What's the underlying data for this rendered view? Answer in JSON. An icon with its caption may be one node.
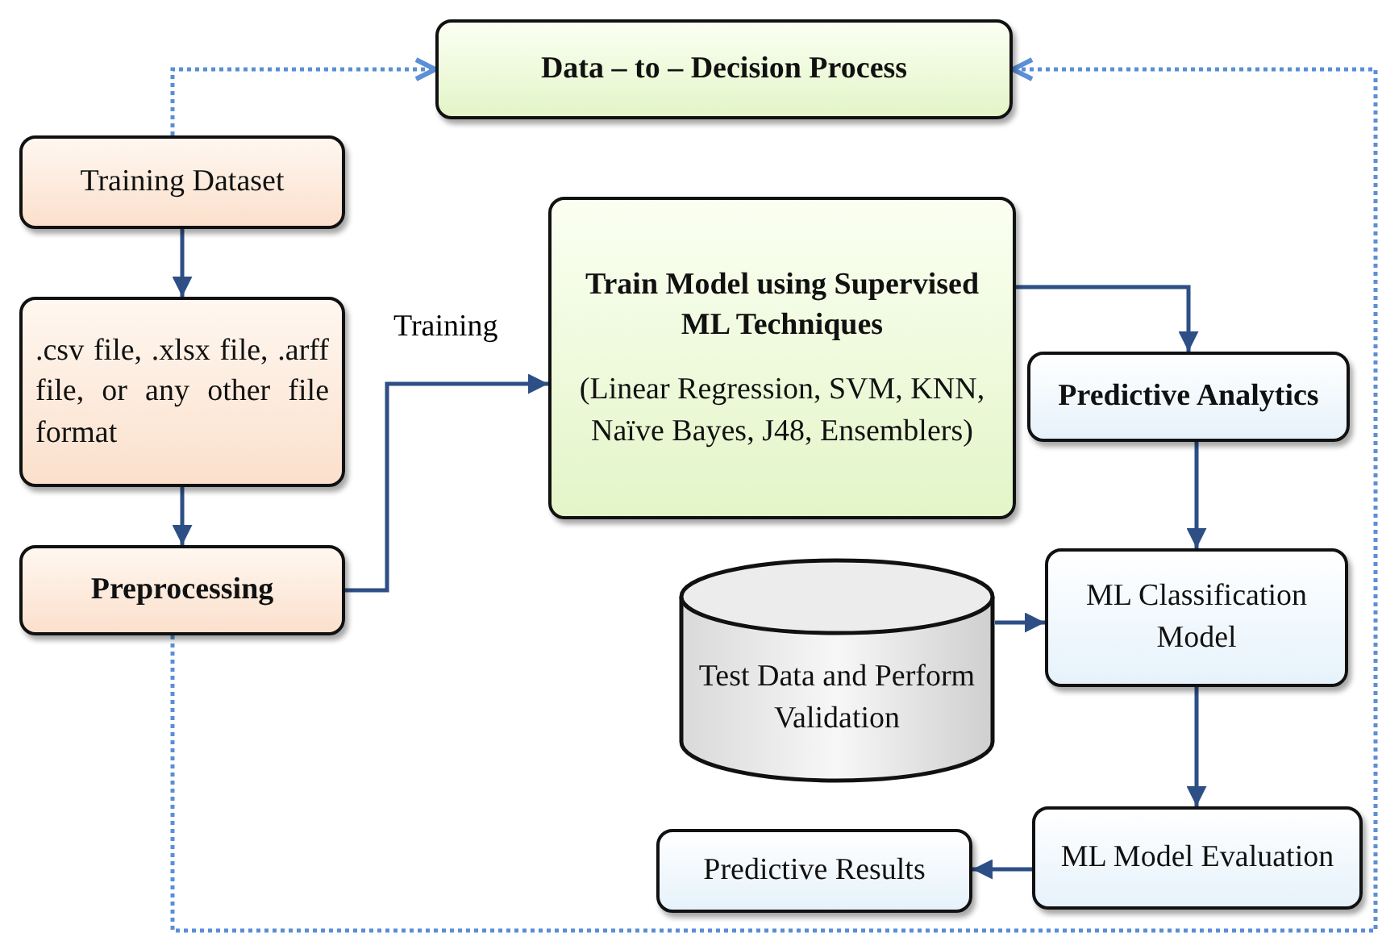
{
  "diagram": {
    "nodes": [
      {
        "text": [
          "Data – to – Decision Process"
        ]
      },
      {
        "text": [
          "Training Dataset"
        ]
      },
      {
        "text": [
          ".csv file, .xlsx file, .arff file, or any other file format"
        ]
      },
      {
        "text": [
          "Preprocessing"
        ]
      },
      {
        "text": [
          "Train Model using Supervised ML Techniques",
          "(Linear Regression, SVM, KNN, Naïve Bayes, J48, Ensemblers)"
        ]
      },
      {
        "text": [
          "Predictive Analytics"
        ]
      },
      {
        "text": [
          "Test Data and Perform Validation"
        ]
      },
      {
        "text": [
          "ML Classification Model"
        ]
      },
      {
        "text": [
          "ML Model Evaluation"
        ]
      },
      {
        "text": [
          "Predictive Results"
        ]
      }
    ],
    "edges": [
      {
        "from": 1,
        "to": 0,
        "arrow": "to",
        "style": "dashed",
        "color": "#5b8fd6"
      },
      {
        "from": 3,
        "to": 0,
        "arrow": "to",
        "style": "dashed",
        "color": "#5b8fd6"
      },
      {
        "from": 1,
        "to": 2,
        "arrow": "to"
      },
      {
        "from": 2,
        "to": 3,
        "arrow": "to"
      },
      {
        "from": 3,
        "to": 4,
        "arrow": "to",
        "label": "Training"
      },
      {
        "from": 4,
        "to": 5,
        "arrow": "to"
      },
      {
        "from": 5,
        "to": 7,
        "arrow": "to"
      },
      {
        "from": 6,
        "to": 7,
        "arrow": "to"
      },
      {
        "from": 7,
        "to": 8,
        "arrow": "to"
      },
      {
        "from": 8,
        "to": 9,
        "arrow": "to"
      }
    ]
  }
}
